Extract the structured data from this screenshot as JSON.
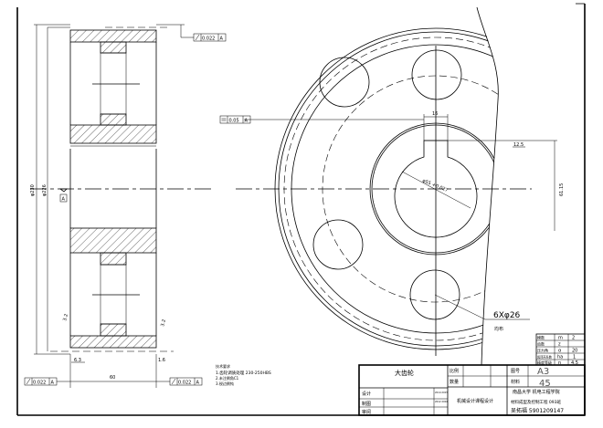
{
  "drawing": {
    "left_view": {
      "dia_outer": "φ230",
      "dia_root": "φ226",
      "width_dim": "60",
      "datum": "A",
      "runout_top": {
        "value": "0.022",
        "datum": "A"
      },
      "runout_bottom_left": {
        "value": "0.022",
        "datum": "A"
      },
      "runout_bottom_right": {
        "value": "0.022",
        "datum": "A"
      },
      "roughness_left": "3.2",
      "roughness_right": "3.2",
      "roughness_bottom_left": "6.3",
      "roughness_bottom_right": "1.6"
    },
    "right_view": {
      "symmetry_tol": {
        "value": "0.05",
        "datum": "A"
      },
      "keyway_width": "16",
      "keyway_depth": "61.15",
      "bore": "φ55 +0.027",
      "roughness": "12.5",
      "holes": "6Xφ26",
      "holes_note": "均布"
    },
    "tech_notes": {
      "title": "技术要求",
      "items": [
        "1.齿轮调质处理 230-250HBS",
        "2.未注倒角C1",
        "3.锐边倒钝"
      ]
    },
    "param_table": {
      "rows": [
        {
          "label": "模数",
          "symbol": "m",
          "value": "2"
        },
        {
          "label": "齿数",
          "symbol": "z",
          "value": ""
        },
        {
          "label": "压力角",
          "symbol": "α",
          "value": "20"
        },
        {
          "label": "齿顶高系数",
          "symbol": "ha",
          "value": "1"
        },
        {
          "label": "精度等级",
          "symbol": "n",
          "value": "4.5"
        }
      ]
    },
    "title_block": {
      "part_name": "大齿轮",
      "scale_label": "比例",
      "qty_label": "数量",
      "drawing_no_label": "图号",
      "drawing_no": "A3",
      "material_label": "材料",
      "material": "45",
      "design_label": "设计",
      "draw_label": "制图",
      "review_label": "审阅",
      "design_date": "2014 2015",
      "draw_date": "2012 2004",
      "course": "机械设计课程设计",
      "school": "南昌大学  机电工程学院",
      "class": "材料成型及控制工程 093班",
      "student": "吴拓福 5901209147"
    }
  }
}
